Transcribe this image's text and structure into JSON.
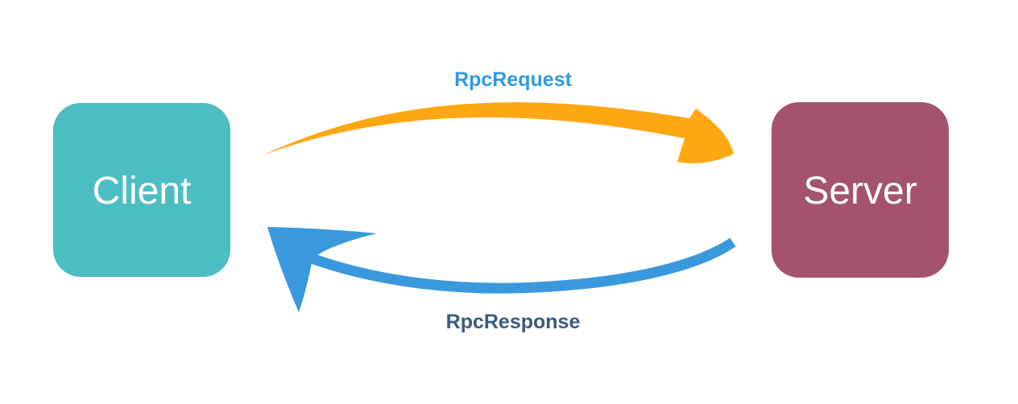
{
  "diagram": {
    "title_semantic": "rpc-client-server-flow",
    "client": {
      "label": "Client",
      "box_color": "#4DBDC4",
      "text_color": "#FFFFFF"
    },
    "server": {
      "label": "Server",
      "box_color": "#A4526E",
      "text_color": "#FFFFFF"
    },
    "request": {
      "label": "RpcRequest",
      "label_color": "#2F9AE3",
      "arrow_color": "#FFA713",
      "direction": "client-to-server"
    },
    "response": {
      "label": "RpcResponse",
      "label_color": "#3A5A7E",
      "arrow_color": "#3A99DC",
      "direction": "server-to-client"
    },
    "background_color": "#FFFFFF"
  }
}
